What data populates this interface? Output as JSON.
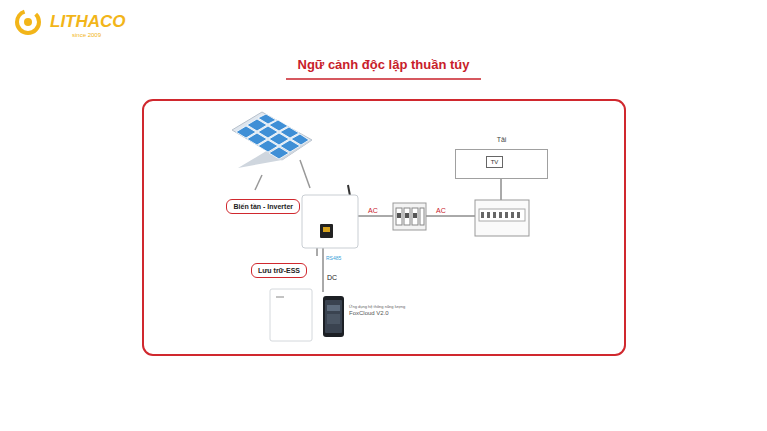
{
  "diagram": {
    "title": "Ngữ cảnh độc lập thuần túy",
    "nodes": [
      {
        "text": [
          "Biến tần - Inverter"
        ]
      },
      {
        "text": [
          "Lưu trữ-ESS"
        ]
      },
      {
        "text": [
          "Tải"
        ]
      },
      {
        "text": [
          "TV"
        ],
        "in": 2
      }
    ],
    "labels": [
      "LITHACO",
      "since 2009",
      "AC",
      "AC",
      "RS485",
      "DC",
      "Ứng dụng hệ thống năng lượng",
      "FoxCloud V2.0"
    ]
  }
}
